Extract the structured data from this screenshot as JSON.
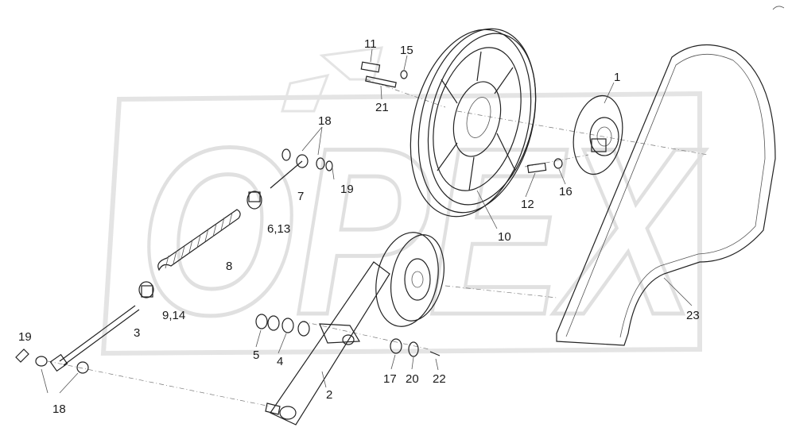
{
  "watermark": {
    "text": "OPEX"
  },
  "callouts": {
    "c1": "1",
    "c2": "2",
    "c3": "3",
    "c4": "4",
    "c5": "5",
    "c6_13": "6,13",
    "c7": "7",
    "c8": "8",
    "c9_14": "9,14",
    "c10": "10",
    "c11": "11",
    "c12": "12",
    "c15": "15",
    "c16": "16",
    "c17": "17",
    "c18_top": "18",
    "c18_bottom": "18",
    "c19_top": "19",
    "c19_left": "19",
    "c20": "20",
    "c21": "21",
    "c22": "22",
    "c23": "23"
  },
  "colors": {
    "line": "#222222",
    "watermark": "#d9d9d9",
    "label": "#1a1a1a"
  }
}
